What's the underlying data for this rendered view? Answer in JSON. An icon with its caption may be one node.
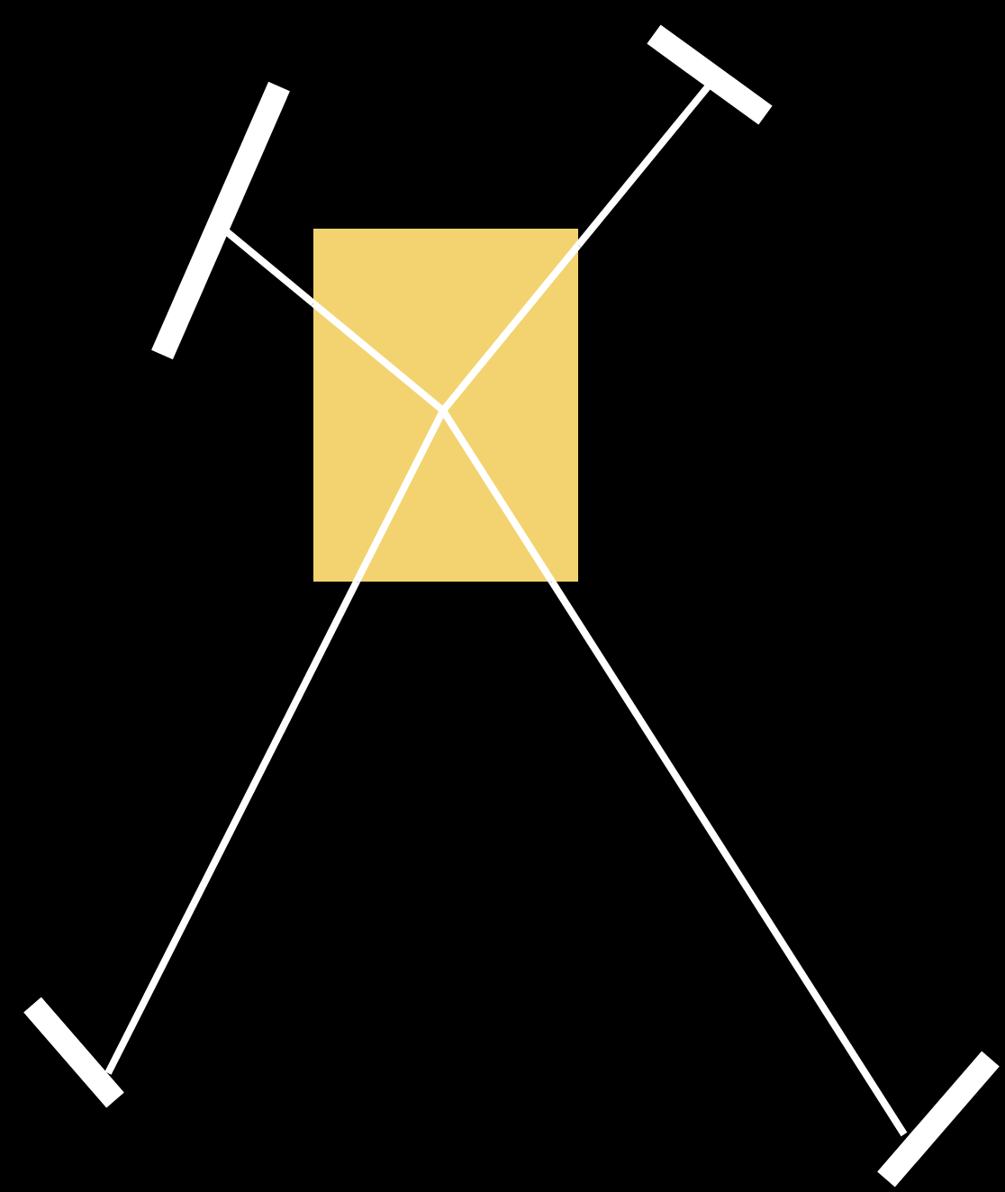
{
  "diagram": {
    "nodes": [
      {
        "text": [],
        "shape": "bar"
      },
      {
        "text": [],
        "shape": "bar"
      },
      {
        "text": [],
        "shape": "box"
      },
      {
        "text": [],
        "shape": "bar"
      },
      {
        "text": [],
        "shape": "bar"
      }
    ],
    "edges": [
      {
        "from": 0,
        "to": 2,
        "arrow": "none"
      },
      {
        "from": 1,
        "to": 2,
        "arrow": "none"
      },
      {
        "from": 3,
        "to": 2,
        "arrow": "none"
      },
      {
        "from": 4,
        "to": 2,
        "arrow": "none"
      }
    ]
  }
}
